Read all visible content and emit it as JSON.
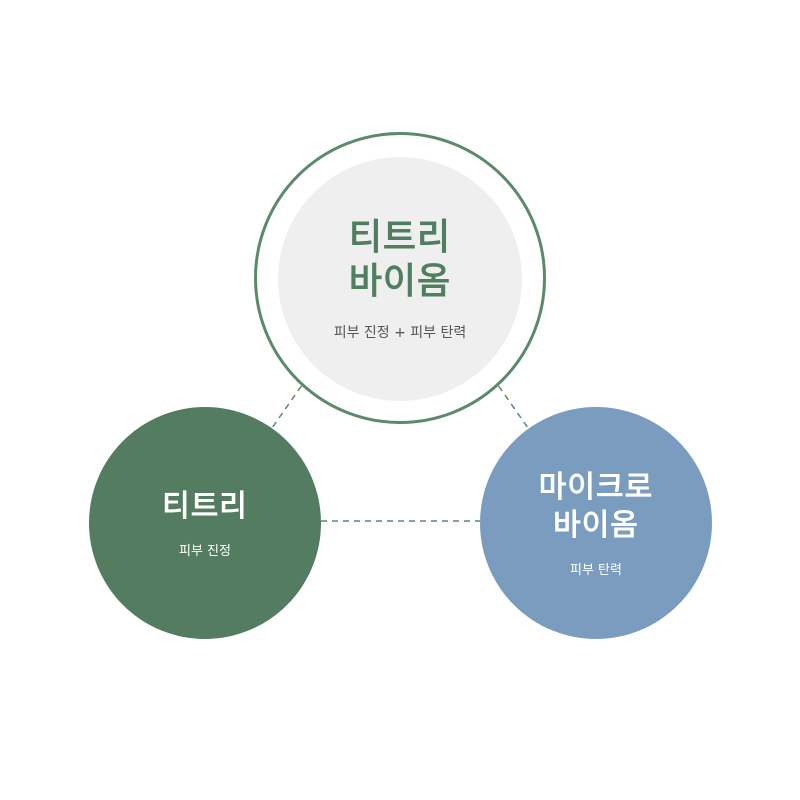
{
  "top": {
    "title": "티트리\n바이옴",
    "subtitle": "피부 진정 + 피부 탄력",
    "ring_color": "#5a8a6a",
    "fill_color": "#efefef",
    "text_color": "#4f7e60"
  },
  "left": {
    "title": "티트리",
    "subtitle": "피부 진정",
    "fill_color": "#537c61"
  },
  "right": {
    "title": "마이크로\n바이옴",
    "subtitle": "피부 탄력",
    "fill_color": "#7a9dbf"
  },
  "connector_color": "#5a8a6a"
}
